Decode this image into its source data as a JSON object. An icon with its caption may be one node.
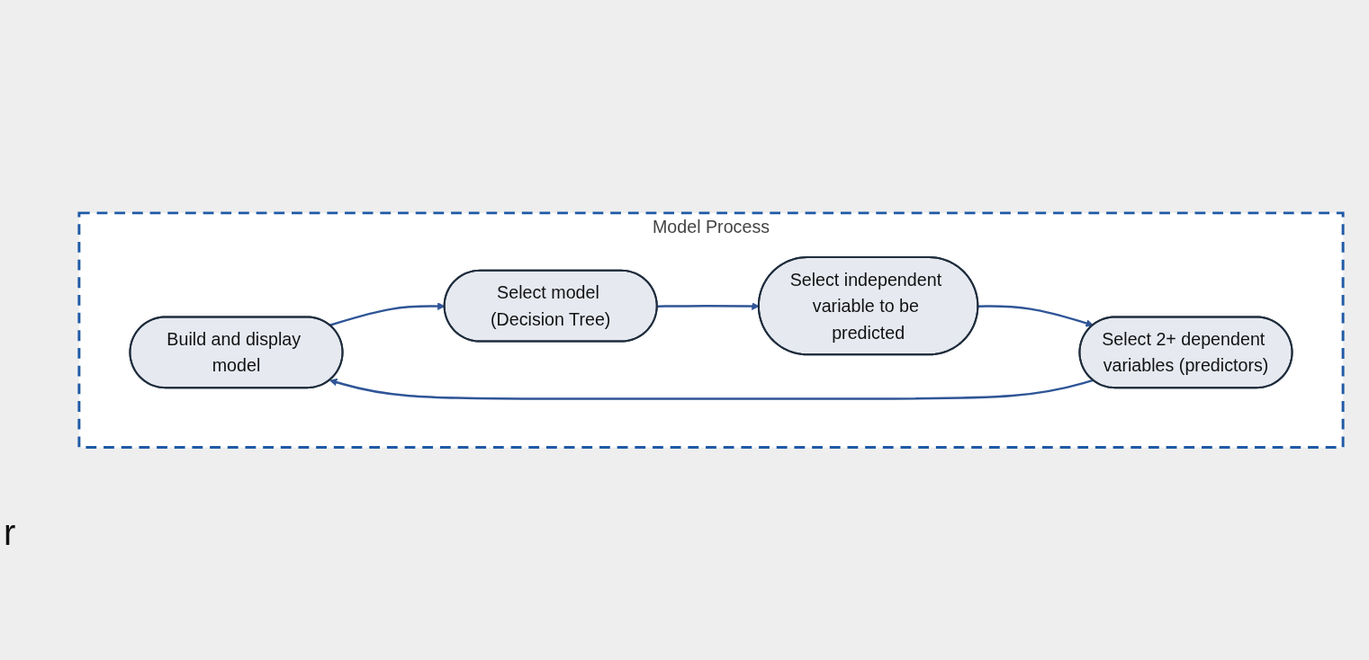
{
  "diagram": {
    "nodes": [
      {
        "text": [
          "Model Process"
        ]
      },
      {
        "text": [
          "Build and display model"
        ],
        "in": 0
      },
      {
        "text": [
          "Select model (Decision Tree)"
        ],
        "in": 0
      },
      {
        "text": [
          "Select independent variable to be predicted"
        ],
        "in": 0
      },
      {
        "text": [
          "Select 2+ dependent variables (predictors)"
        ],
        "in": 0
      }
    ],
    "edges": [
      {
        "from": 1,
        "to": 2,
        "arrow": "to"
      },
      {
        "from": 2,
        "to": 3,
        "arrow": "to"
      },
      {
        "from": 3,
        "to": 4,
        "arrow": "to"
      },
      {
        "from": 4,
        "to": 1,
        "arrow": "to"
      }
    ],
    "labels": [
      "r"
    ]
  }
}
